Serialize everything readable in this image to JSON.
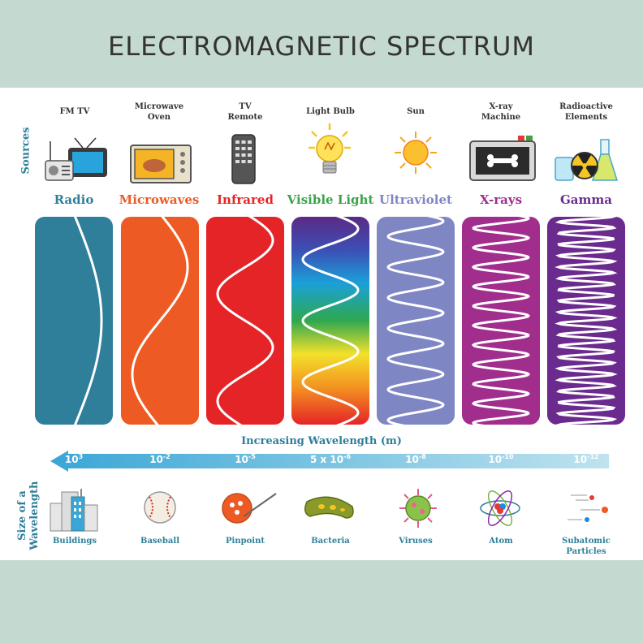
{
  "title": "ELECTROMAGNETIC SPECTRUM",
  "axis_labels": {
    "sources": "Sources",
    "size_line1": "Size of a",
    "size_line2": "Wavelength"
  },
  "sources": [
    {
      "line1": "FM   TV",
      "line2": ""
    },
    {
      "line1": "Microwave",
      "line2": "Oven"
    },
    {
      "line1": "TV",
      "line2": "Remote"
    },
    {
      "line1": "Light Bulb",
      "line2": ""
    },
    {
      "line1": "Sun",
      "line2": ""
    },
    {
      "line1": "X-ray",
      "line2": "Machine"
    },
    {
      "line1": "Radioactive",
      "line2": "Elements"
    }
  ],
  "waves": [
    {
      "name": "Radio",
      "color": "#2f7f9a",
      "cycles": 0.5
    },
    {
      "name": "Microwaves",
      "color": "#ee5a24",
      "cycles": 1
    },
    {
      "name": "Infrared",
      "color": "#e52427",
      "cycles": 2
    },
    {
      "name": "Visible Light",
      "color": "#3aa34a",
      "cycles": 3.5
    },
    {
      "name": "Ultraviolet",
      "color": "#7f86c4",
      "cycles": 7
    },
    {
      "name": "X-rays",
      "color": "#a12d8d",
      "cycles": 11
    },
    {
      "name": "Gamma",
      "color": "#6a2a8e",
      "cycles": 19
    }
  ],
  "wavelength_axis": {
    "title": "Increasing Wavelength (m)",
    "ticks": [
      {
        "base": "10",
        "exp": "3"
      },
      {
        "base": "10",
        "exp": "-2"
      },
      {
        "base": "10",
        "exp": "-5"
      },
      {
        "base": "5 x 10",
        "exp": "-6"
      },
      {
        "base": "10",
        "exp": "-8"
      },
      {
        "base": "10",
        "exp": "-10"
      },
      {
        "base": "10",
        "exp": "-12"
      }
    ]
  },
  "sizes": [
    {
      "line1": "Buildings",
      "line2": ""
    },
    {
      "line1": "Baseball",
      "line2": ""
    },
    {
      "line1": "Pinpoint",
      "line2": ""
    },
    {
      "line1": "Bacteria",
      "line2": ""
    },
    {
      "line1": "Viruses",
      "line2": ""
    },
    {
      "line1": "Atom",
      "line2": ""
    },
    {
      "line1": "Subatomic",
      "line2": "Particles"
    }
  ]
}
